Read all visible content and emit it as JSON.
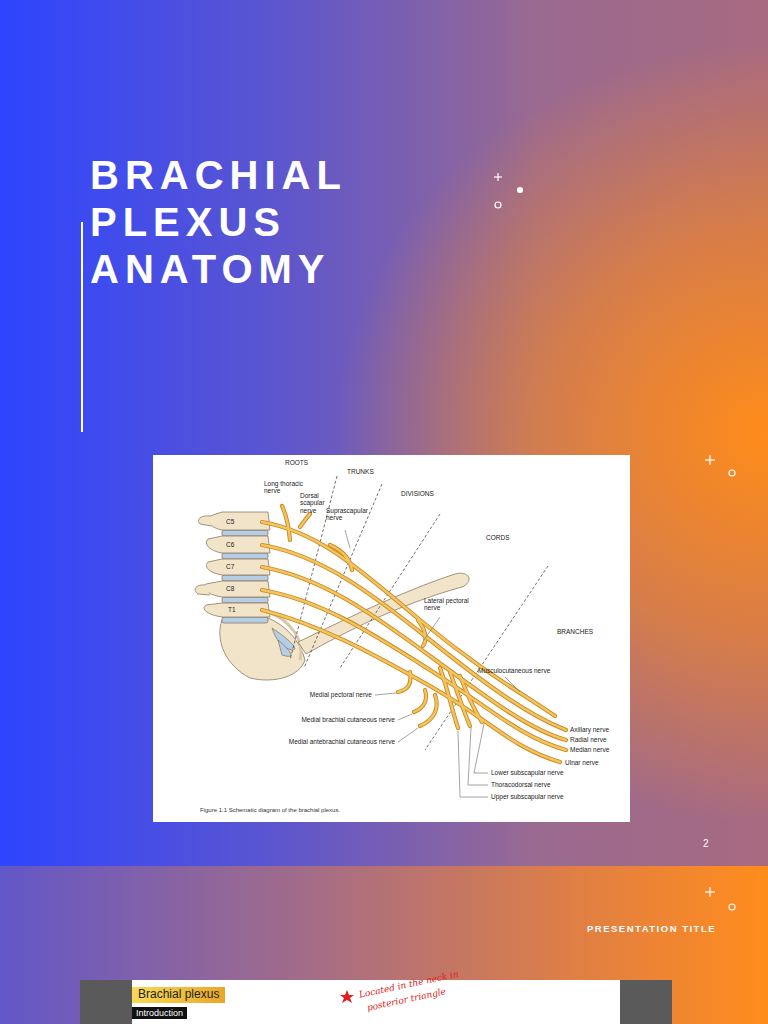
{
  "diagram": {
    "title": "BRACHIAL PLEXUS ANATOMY",
    "caption": "Figure 1.1 Schematic diagram of the brachial plexus.",
    "labels": [
      "ROOTS",
      "TRUNKS",
      "DIVISIONS",
      "CORDS",
      "BRANCHES",
      "Long thoracic nerve",
      "Dorsal scapular nerve",
      "Suprascapular nerve",
      "C5",
      "C6",
      "C7",
      "C8",
      "T1",
      "Lateral pectoral nerve",
      "Musculocutaneous nerve",
      "Medial pectoral nerve",
      "Medial brachial cutaneous nerve",
      "Medial antebrachial cutaneous nerve",
      "Axillary nerve",
      "Radial nerve",
      "Median nerve",
      "Ulnar nerve",
      "Lower subscapular nerve",
      "Thoracodorsal nerve",
      "Upper subscapular nerve",
      "2",
      "PRESENTATION TITLE",
      "Brachial plexus",
      "Introduction",
      "Located in the neck in",
      "posterior triangle"
    ]
  }
}
